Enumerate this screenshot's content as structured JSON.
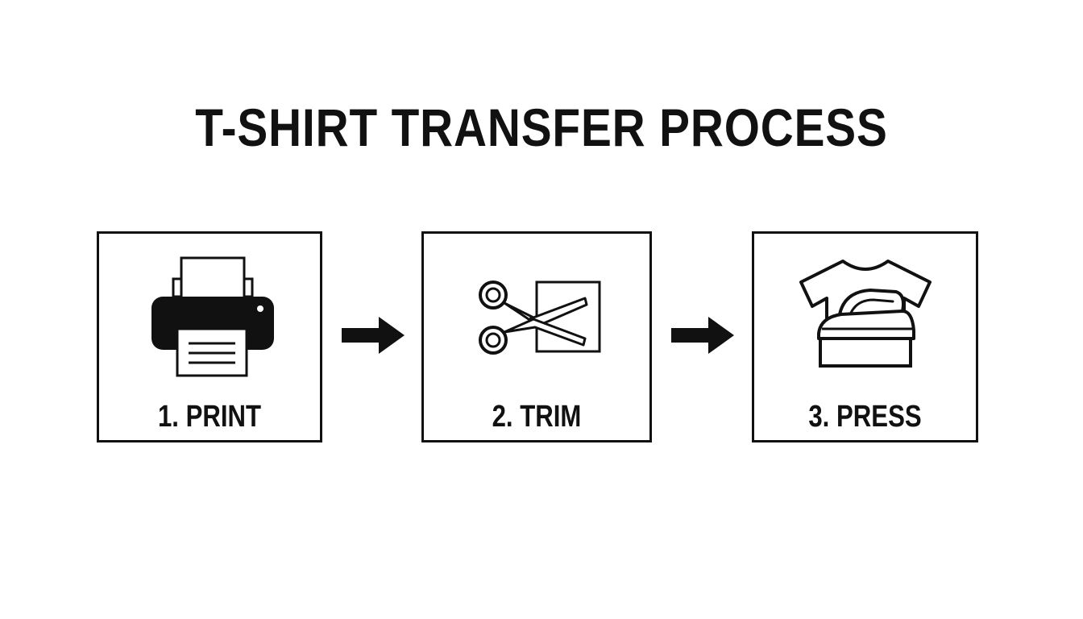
{
  "title": "T-SHIRT TRANSFER PROCESS",
  "steps": [
    {
      "label": "1. PRINT",
      "icon": "printer-icon"
    },
    {
      "label": "2. TRIM",
      "icon": "scissors-icon"
    },
    {
      "label": "3. PRESS",
      "icon": "iron-tshirt-icon"
    }
  ],
  "connectors": [
    {
      "icon": "arrow-right-icon"
    },
    {
      "icon": "arrow-right-icon"
    }
  ],
  "colors": {
    "ink": "#111111",
    "background": "#ffffff"
  }
}
